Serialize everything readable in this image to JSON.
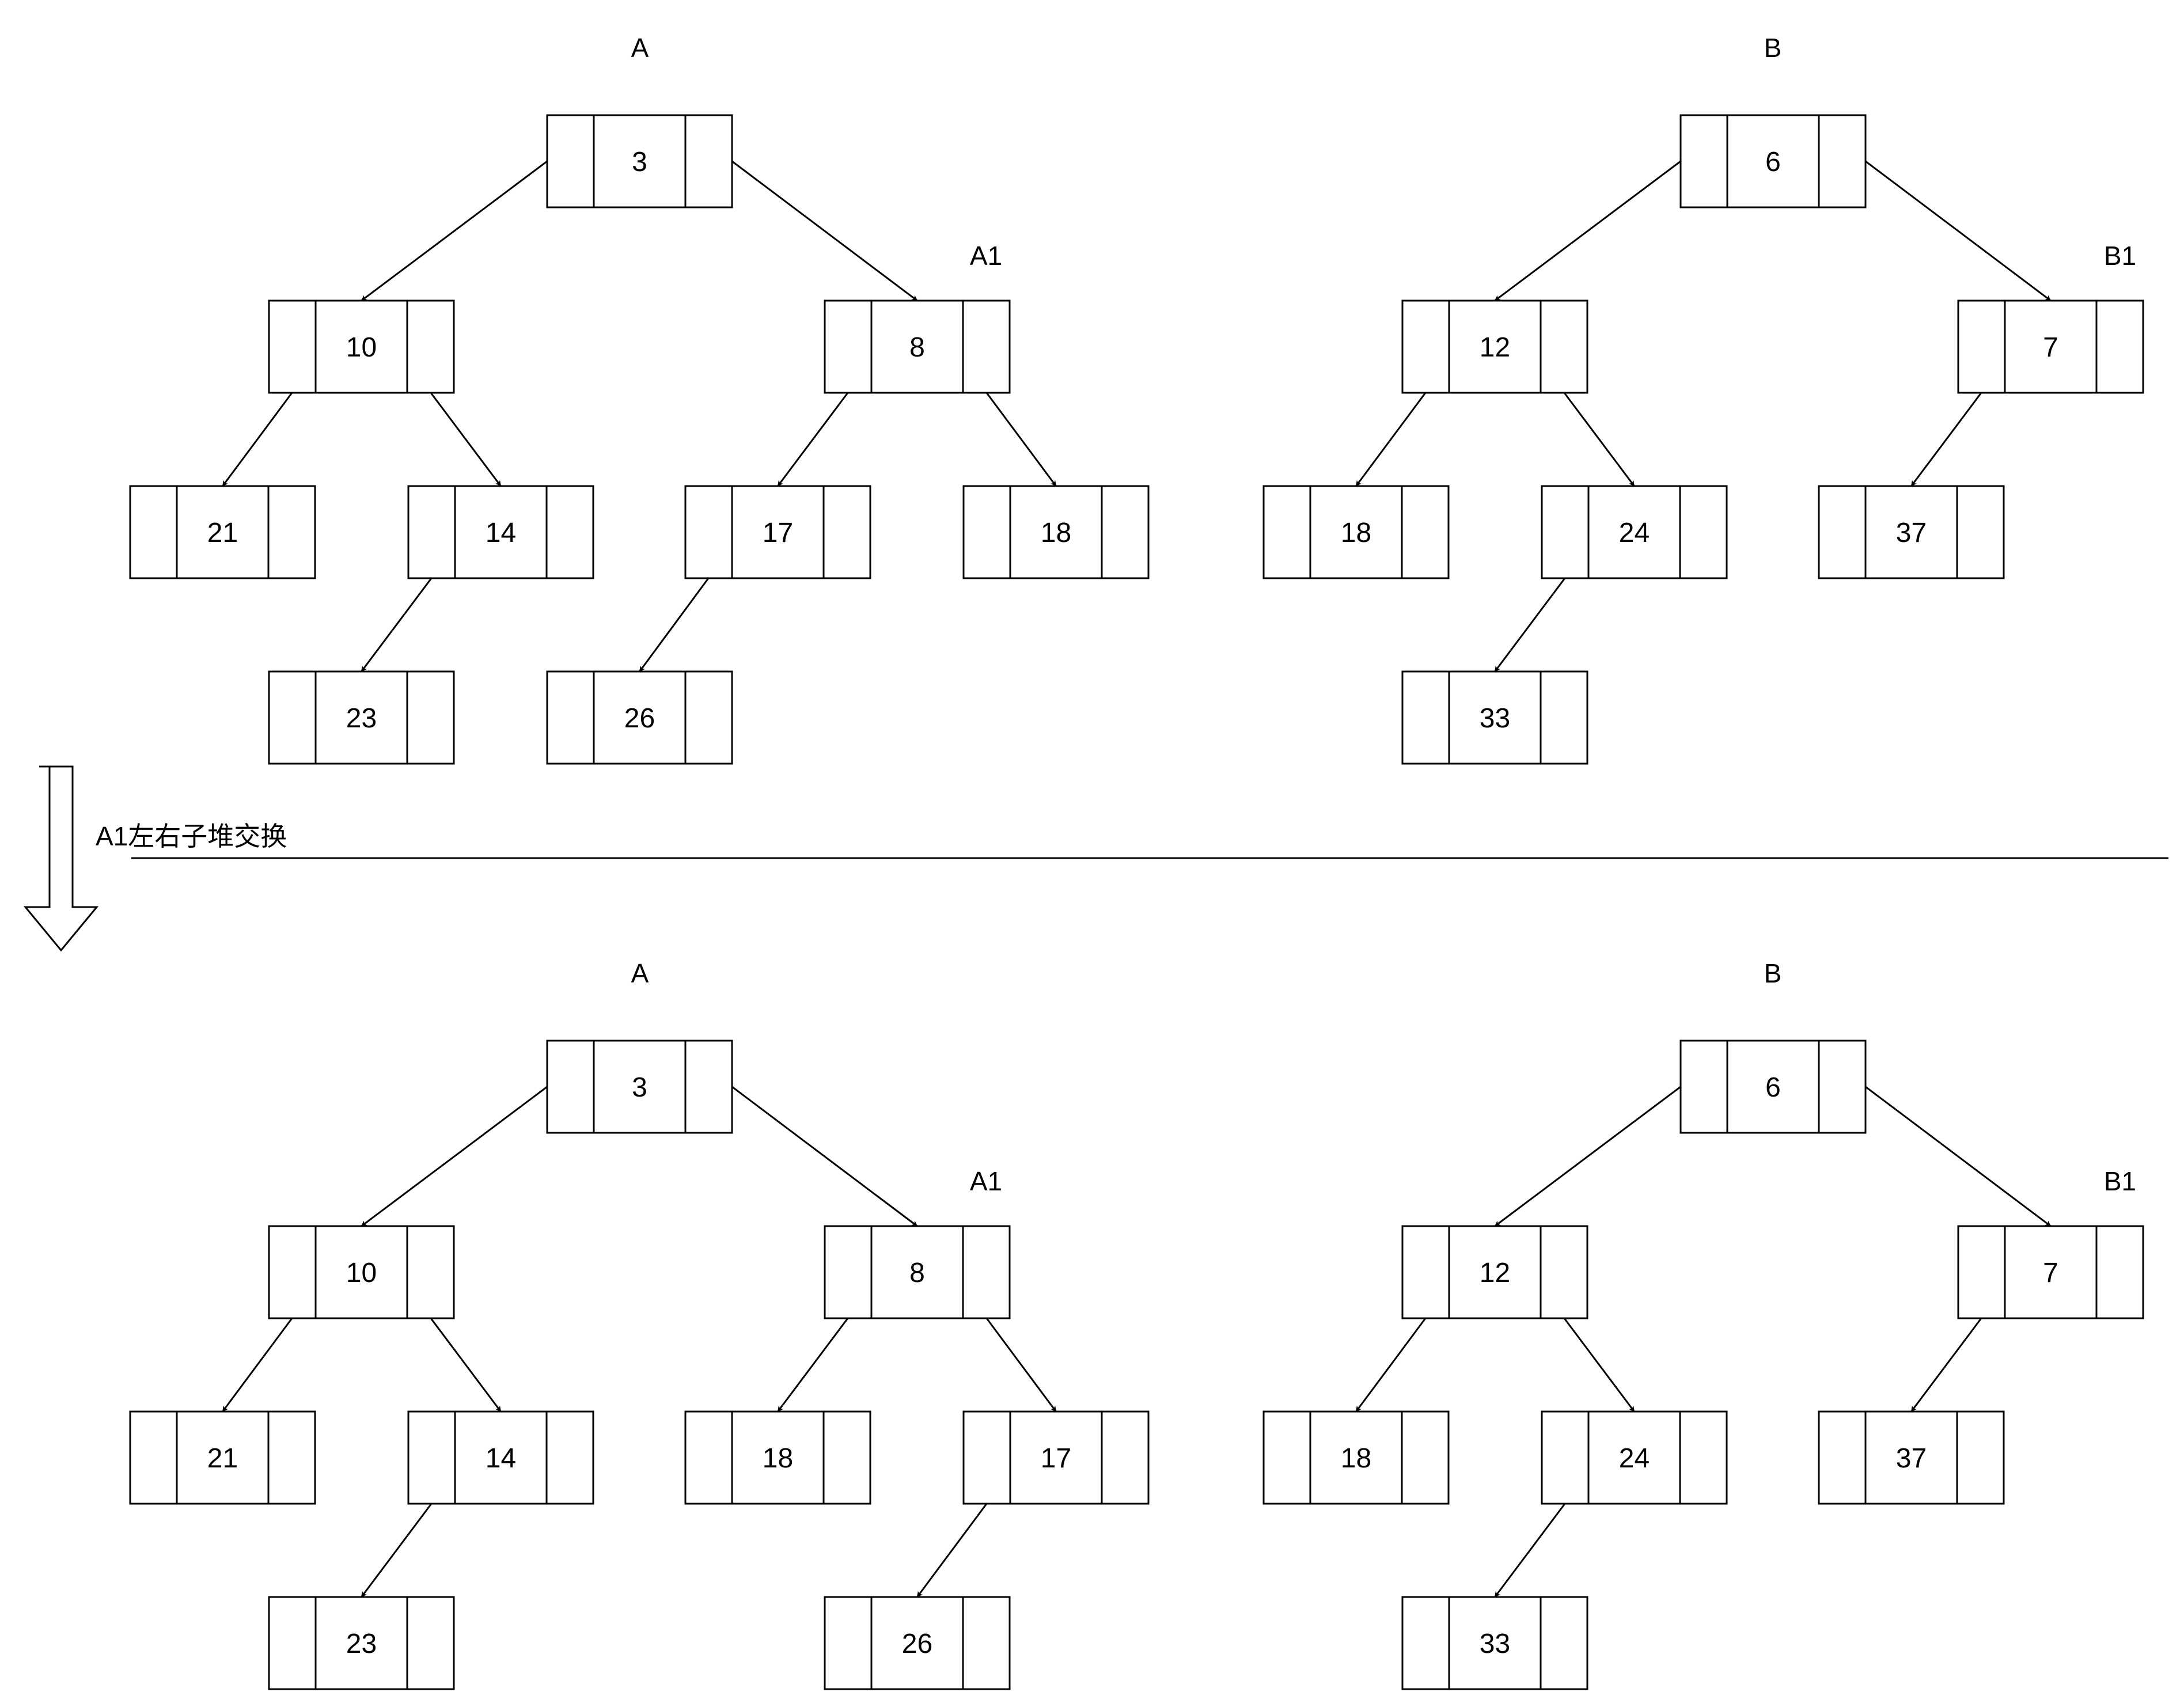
{
  "caption": "A1左右子堆交换",
  "colors": {
    "stroke": "#000000",
    "fill": "#ffffff"
  },
  "trees": [
    {
      "name": "A",
      "label": "A",
      "sublabel": "A1",
      "diagram": "before",
      "values": {
        "root": "3",
        "l": "10",
        "ll": "21",
        "lr": "14",
        "lrl": "23",
        "r": "8",
        "rl": "17",
        "rr": "18",
        "rll": "26"
      }
    },
    {
      "name": "B",
      "label": "B",
      "sublabel": "B1",
      "diagram": "before",
      "values": {
        "root": "6",
        "l": "12",
        "ll": "18",
        "lr": "24",
        "lrl": "33",
        "r": "7",
        "rl": "37"
      }
    },
    {
      "name": "A",
      "label": "A",
      "sublabel": "A1",
      "diagram": "after",
      "values": {
        "root": "3",
        "l": "10",
        "ll": "21",
        "lr": "14",
        "lrl": "23",
        "r": "8",
        "rl": "18",
        "rr": "17",
        "rrl": "26"
      }
    },
    {
      "name": "B",
      "label": "B",
      "sublabel": "B1",
      "diagram": "after",
      "values": {
        "root": "6",
        "l": "12",
        "ll": "18",
        "lr": "24",
        "lrl": "33",
        "r": "7",
        "rl": "37"
      }
    }
  ]
}
